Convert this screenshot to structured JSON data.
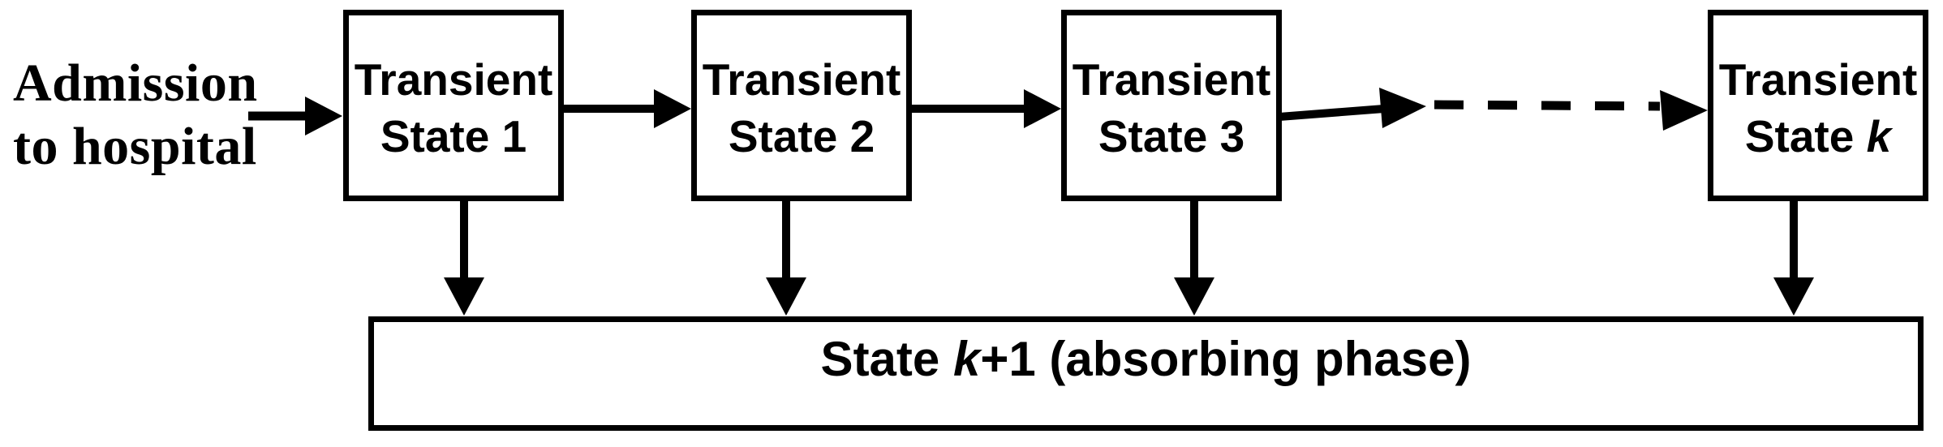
{
  "diagram": {
    "title_semantic": "phase-type-model-of-hospital-stay",
    "colors": {
      "background": "#ffffff",
      "ink": "#000000"
    },
    "admission": {
      "line1": "Admission",
      "line2": "to hospital"
    },
    "boxes": [
      {
        "line1": "Transient",
        "line2_prefix": "State ",
        "line2_var": "1",
        "italic_var": false
      },
      {
        "line1": "Transient",
        "line2_prefix": "State ",
        "line2_var": "2",
        "italic_var": false
      },
      {
        "line1": "Transient",
        "line2_prefix": "State ",
        "line2_var": "3",
        "italic_var": false
      },
      {
        "line1": "Transient",
        "line2_prefix": "State ",
        "line2_var": "k",
        "italic_var": true
      }
    ],
    "absorbing_bar": {
      "prefix": "State ",
      "var": "k",
      "suffix": "+1 (absorbing phase)"
    },
    "icons": [
      {
        "name": "right-arrow-admission-to-state1",
        "glyph": "→"
      },
      {
        "name": "right-arrow-state1-to-state2",
        "glyph": "→"
      },
      {
        "name": "right-arrow-state2-to-state3",
        "glyph": "→"
      },
      {
        "name": "dashed-right-arrow-state3-to-statek",
        "glyph": "⇢"
      },
      {
        "name": "down-arrow-state1-to-absorbing",
        "glyph": "↓"
      },
      {
        "name": "down-arrow-state2-to-absorbing",
        "glyph": "↓"
      },
      {
        "name": "down-arrow-state3-to-absorbing",
        "glyph": "↓"
      },
      {
        "name": "down-arrow-statek-to-absorbing",
        "glyph": "↓"
      }
    ]
  }
}
